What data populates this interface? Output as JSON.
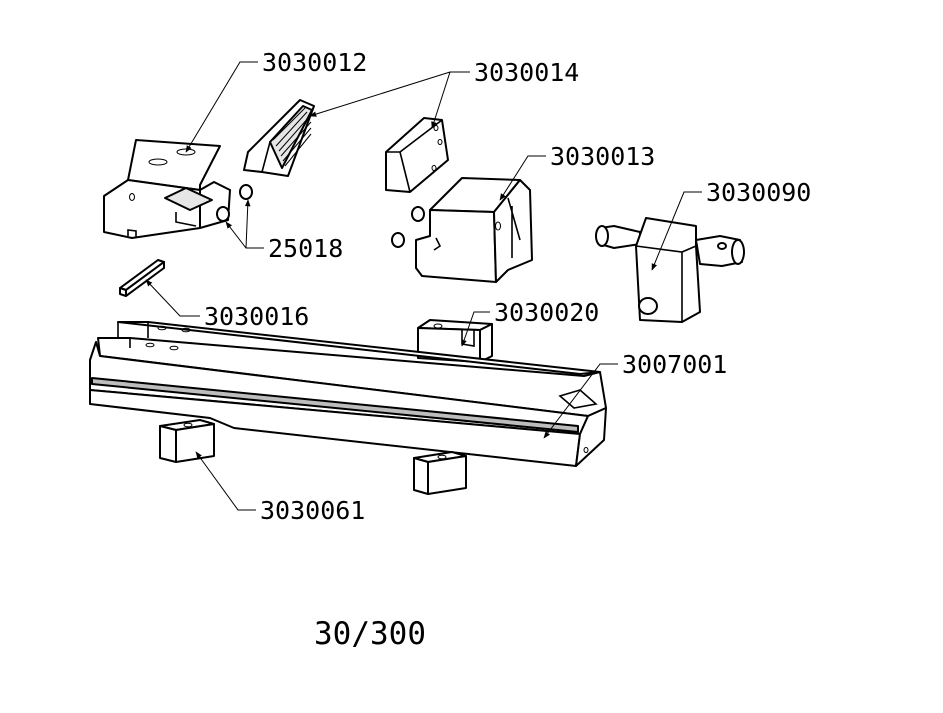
{
  "diagram": {
    "title": "30/300",
    "labels": {
      "p3030012": "3030012",
      "p3030014": "3030014",
      "p3030013": "3030013",
      "p3030090": "3030090",
      "p25018": "25018",
      "p3030016": "3030016",
      "p3030020": "3030020",
      "p3007001": "3007001",
      "p3030061": "3030061"
    }
  }
}
